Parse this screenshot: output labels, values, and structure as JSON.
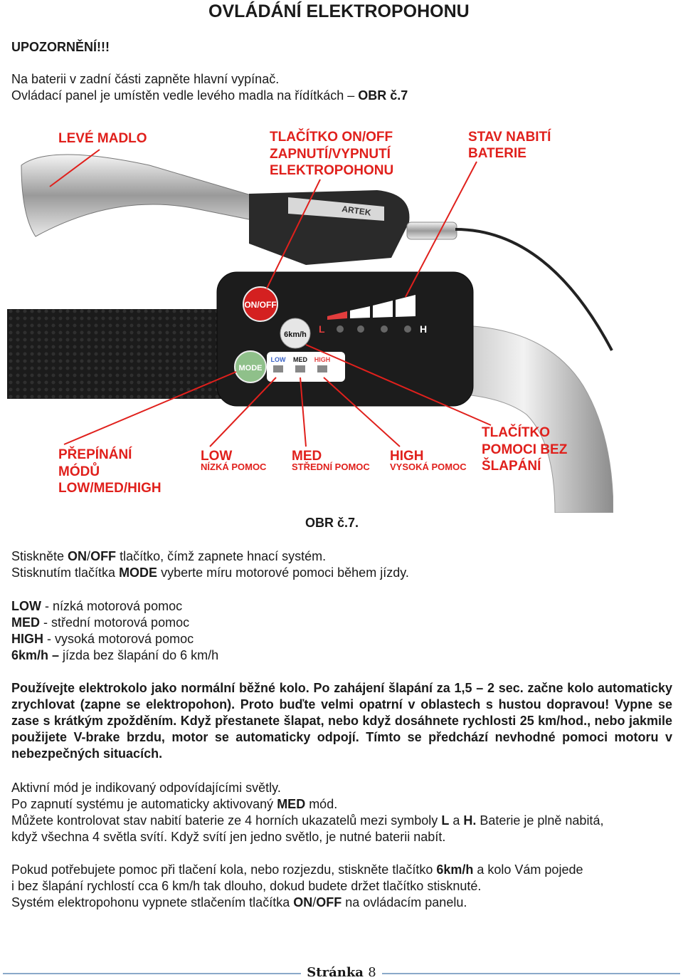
{
  "title": "OVLÁDÁNÍ ELEKTROPOHONU",
  "warning": "UPOZORNĚNÍ!!!",
  "intro": {
    "line1": "Na baterii v zadní části zapněte hlavní vypínač.",
    "line2_a": "Ovládací panel je umístěn vedle levého madla na řídítkách – ",
    "line2_b": "OBR č.7"
  },
  "figure": {
    "labels": {
      "left_grip": "LEVÉ MADLO",
      "onoff_1": "TLAČÍTKO ON/OFF",
      "onoff_2": "ZAPNUTÍ/VYPNUTÍ",
      "onoff_3": "ELEKTROPOHONU",
      "battery_1": "STAV NABITÍ",
      "battery_2": "BATERIE",
      "mode_1": "PŘEPÍNÁNÍ",
      "mode_2": "MÓDŮ",
      "mode_3": "LOW/MED/HIGH",
      "low_1": "LOW",
      "low_2": "NÍZKÁ POMOC",
      "med_1": "MED",
      "med_2": "STŘEDNÍ POMOC",
      "high_1": "HIGH",
      "high_2": "VYSOKÁ POMOC",
      "push_1": "TLAČÍTKO",
      "push_2": "POMOCI BEZ",
      "push_3": "ŠLAPÁNÍ"
    },
    "device": {
      "onoff_btn": "ON/OFF",
      "kmh_btn": "6km/h",
      "mode_btn": "MODE",
      "ind_low": "LOW",
      "ind_med": "MED",
      "ind_high": "HIGH",
      "scale_l": "L",
      "scale_h": "H",
      "brand": "ARTEK"
    },
    "colors": {
      "label_red": "#e0201c",
      "panel": "#1c1c1c",
      "onoff_red": "#d42020",
      "mode_green": "#8fc08a"
    }
  },
  "caption": "OBR č.7.",
  "steps": {
    "l1_a": "Stiskněte ",
    "l1_b": "ON",
    "l1_c": "/",
    "l1_d": "OFF",
    "l1_e": " tlačítko, čímž zapnete hnací systém.",
    "l2_a": "Stisknutím tlačítka ",
    "l2_b": "MODE",
    "l2_c": " vyberte míru motorové pomoci během jízdy."
  },
  "modes": [
    {
      "key": "LOW",
      "text": " - nízká motorová pomoc"
    },
    {
      "key": "MED",
      "text": " - střední motorová pomoc"
    },
    {
      "key": "HIGH",
      "text": " - vysoká motorová pomoc"
    },
    {
      "key": "6km/h –",
      "text": " jízda bez šlapání do 6 km/h"
    }
  ],
  "bold_paragraph": "Používejte elektrokolo jako normální běžné kolo. Po zahájení šlapání za 1,5 – 2 sec. začne kolo automaticky zrychlovat (zapne se elektropohon). Proto buďte velmi opatrní v oblastech s hustou dopravou! Vypne se zase s krátkým zpožděním. Když přestanete šlapat, nebo když dosáhnete rychlosti 25 km/hod.",
  "bold_paragraph_tail": ", nebo jakmile použijete V-brake brzdu, motor se automaticky odpojí. Tímto se předchází nevhodné pomoci motoru v nebezpečných situacích.",
  "active_mode": {
    "l1": "Aktivní mód je indikovaný odpovídajícími světly.",
    "l2_a": "Po zapnutí systému je automaticky aktivovaný ",
    "l2_b": "MED",
    "l2_c": " mód.",
    "l3_a": "Můžete kontrolovat stav nabití baterie ze 4 horních ukazatelů mezi symboly ",
    "l3_b": "L",
    "l3_c": " a ",
    "l3_d": "H.",
    "l3_e": " Baterie je plně nabitá,",
    "l4": "když všechna 4 světla svítí. Když svítí jen jedno světlo, je nutné baterii nabít."
  },
  "push_assist": {
    "l1_a": "Pokud potřebujete pomoc při tlačení kola, nebo rozjezdu, stiskněte tlačítko ",
    "l1_b": "6km/h",
    "l1_c": " a kolo Vám pojede",
    "l2": "i bez šlapání rychlostí cca 6 km/h tak dlouho, dokud budete držet tlačítko stisknuté.",
    "l3_a": "Systém elektropohonu vypnete stlačením tlačítka ",
    "l3_b": "ON",
    "l3_c": "/",
    "l3_d": "OFF",
    "l3_e": "  na ovládacím panelu."
  },
  "footer": {
    "label": "Stránka",
    "page": "8"
  }
}
